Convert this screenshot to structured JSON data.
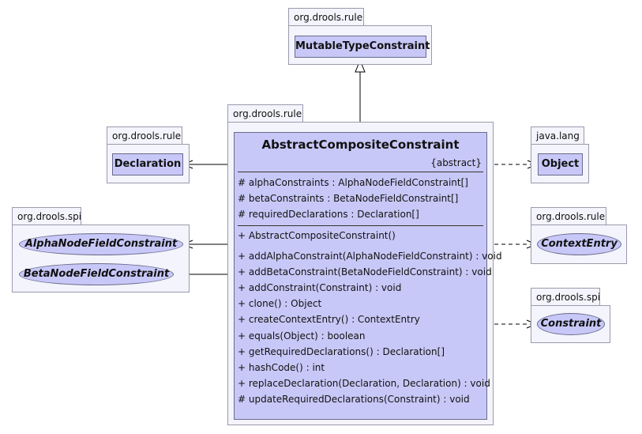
{
  "packages": {
    "mutable": {
      "name": "org.drools.rule",
      "class": "MutableTypeConstraint"
    },
    "declaration": {
      "name": "org.drools.rule",
      "class": "Declaration"
    },
    "main": {
      "name": "org.drools.rule"
    },
    "object": {
      "name": "java.lang",
      "class": "Object"
    },
    "context": {
      "name": "org.drools.rule",
      "interface": "ContextEntry"
    },
    "spi_left": {
      "name": "org.drools.spi",
      "interfaces": [
        "AlphaNodeFieldConstraint",
        "BetaNodeFieldConstraint"
      ]
    },
    "spi_right": {
      "name": "org.drools.spi",
      "interface": "Constraint"
    }
  },
  "main_class": {
    "name": "AbstractCompositeConstraint",
    "stereotype": "{abstract}",
    "attributes": [
      "# alphaConstraints : AlphaNodeFieldConstraint[]",
      "# betaConstraints : BetaNodeFieldConstraint[]",
      "# requiredDeclarations : Declaration[]"
    ],
    "operations": [
      "+ AbstractCompositeConstraint()",
      "+ addAlphaConstraint(AlphaNodeFieldConstraint) : void",
      "+ addBetaConstraint(BetaNodeFieldConstraint) : void",
      "+ addConstraint(Constraint) : void",
      "+ clone() : Object",
      "+ createContextEntry() : ContextEntry",
      "+ equals(Object) : boolean",
      "+ getRequiredDeclarations() : Declaration[]",
      "+ hashCode() : int",
      "+ replaceDeclaration(Declaration, Declaration) : void",
      "# updateRequiredDeclarations(Constraint) : void"
    ]
  }
}
